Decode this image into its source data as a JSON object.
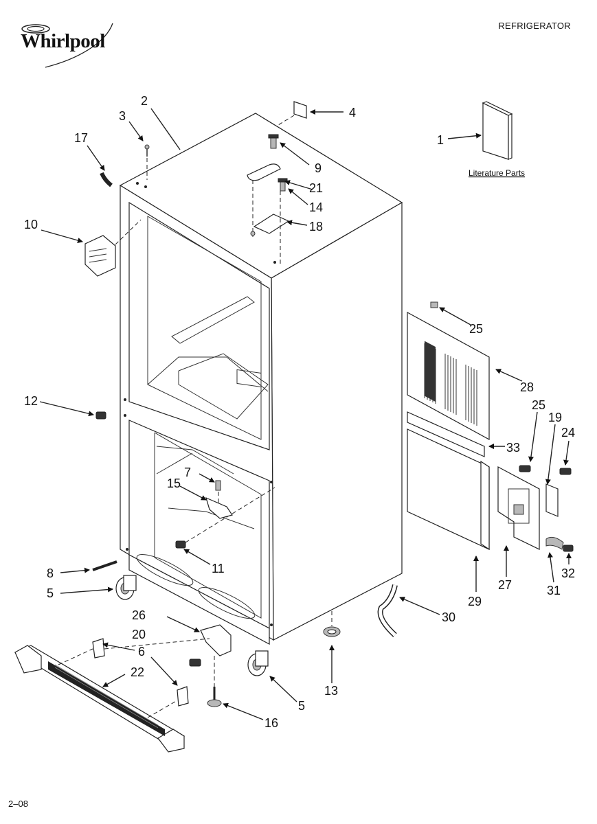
{
  "header": {
    "brand": "Whirlpool",
    "title": "REFRIGERATOR"
  },
  "footer": {
    "code": "2–08"
  },
  "diagram": {
    "literature_caption": "Literature Parts",
    "callouts": [
      "1",
      "2",
      "3",
      "4",
      "5",
      "5",
      "6",
      "7",
      "8",
      "9",
      "10",
      "11",
      "12",
      "13",
      "14",
      "15",
      "16",
      "17",
      "18",
      "19",
      "20",
      "21",
      "22",
      "24",
      "25",
      "25",
      "26",
      "27",
      "28",
      "29",
      "30",
      "31",
      "32",
      "33"
    ]
  }
}
